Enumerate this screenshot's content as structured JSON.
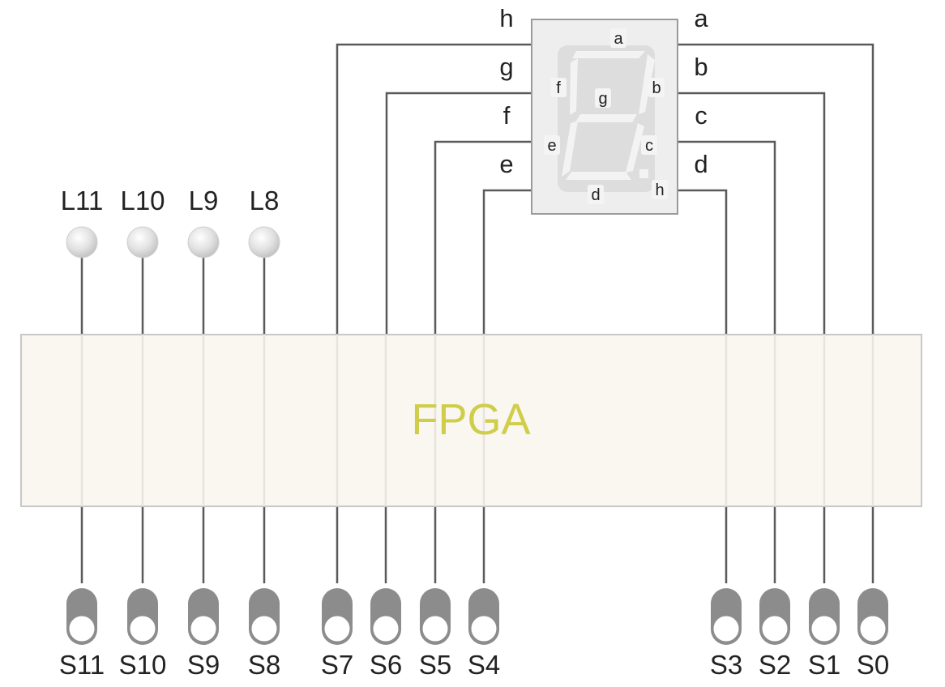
{
  "fpga": {
    "label": "FPGA",
    "fill": "#f9f7f0",
    "border": "#c8c8c8",
    "text_color": "#cfcd4a"
  },
  "leds": [
    {
      "id": "l11",
      "label": "L11"
    },
    {
      "id": "l10",
      "label": "L10"
    },
    {
      "id": "l9",
      "label": "L9"
    },
    {
      "id": "l8",
      "label": "L8"
    }
  ],
  "switches": [
    {
      "id": "s11",
      "label": "S11"
    },
    {
      "id": "s10",
      "label": "S10"
    },
    {
      "id": "s9",
      "label": "S9"
    },
    {
      "id": "s8",
      "label": "S8"
    },
    {
      "id": "s7",
      "label": "S7"
    },
    {
      "id": "s6",
      "label": "S6"
    },
    {
      "id": "s5",
      "label": "S5"
    },
    {
      "id": "s4",
      "label": "S4"
    },
    {
      "id": "s3",
      "label": "S3"
    },
    {
      "id": "s2",
      "label": "S2"
    },
    {
      "id": "s1",
      "label": "S1"
    },
    {
      "id": "s0",
      "label": "S0"
    }
  ],
  "seven_segment": {
    "left_pins": [
      "h",
      "g",
      "f",
      "e"
    ],
    "right_pins": [
      "a",
      "b",
      "c",
      "d"
    ],
    "segment_tags": {
      "a": "a",
      "b": "b",
      "c": "c",
      "d": "d",
      "e": "e",
      "f": "f",
      "g": "g",
      "h": "h"
    },
    "body_color": "#eeeeee",
    "face_color": "#dddddd"
  }
}
